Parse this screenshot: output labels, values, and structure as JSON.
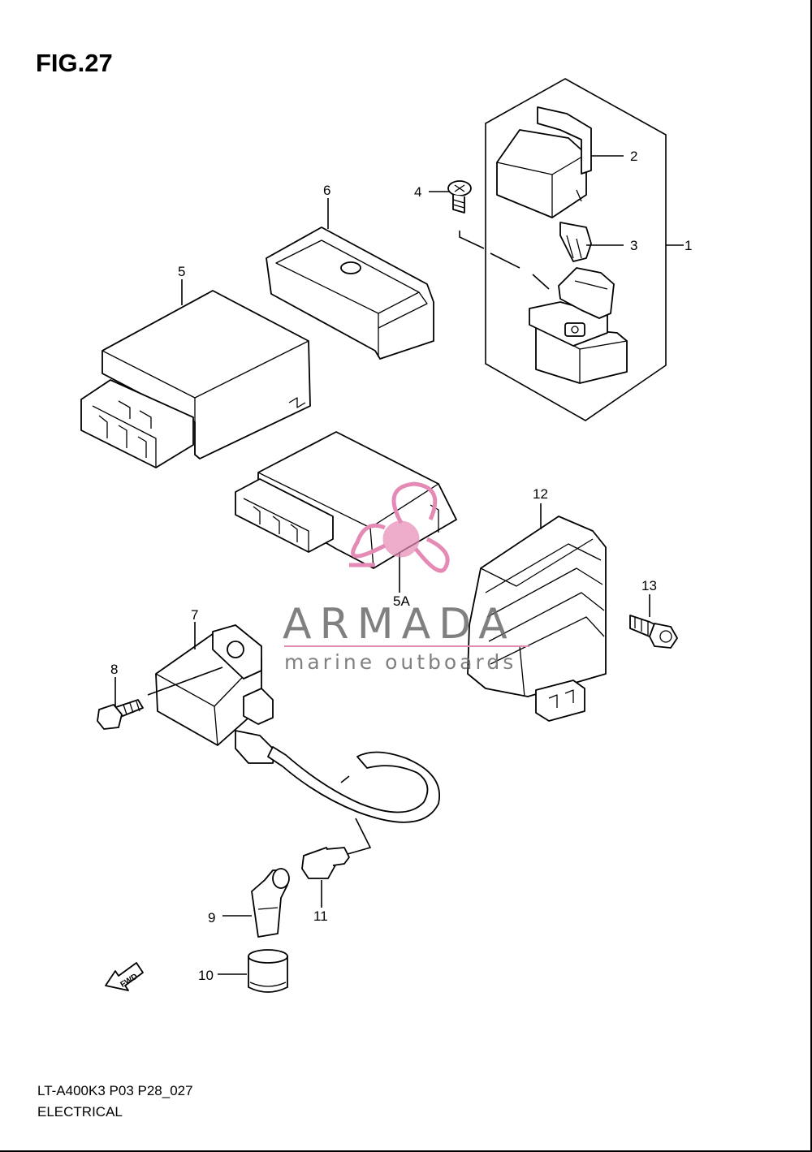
{
  "figure": {
    "title": "FIG.27"
  },
  "footer": {
    "code": "LT-A400K3 P03 P28_027",
    "name": "ELECTRICAL"
  },
  "callouts": {
    "c1": "1",
    "c2": "2",
    "c3": "3",
    "c4": "4",
    "c5": "5",
    "c5a": "5A",
    "c6": "6",
    "c7": "7",
    "c8": "8",
    "c9": "9",
    "c10": "10",
    "c11": "11",
    "c12": "12",
    "c13": "13"
  },
  "watermark": {
    "brand": "ARMADA",
    "tagline": "marine outboards",
    "color": "#e48ab4"
  },
  "fwd_label": "FWD"
}
